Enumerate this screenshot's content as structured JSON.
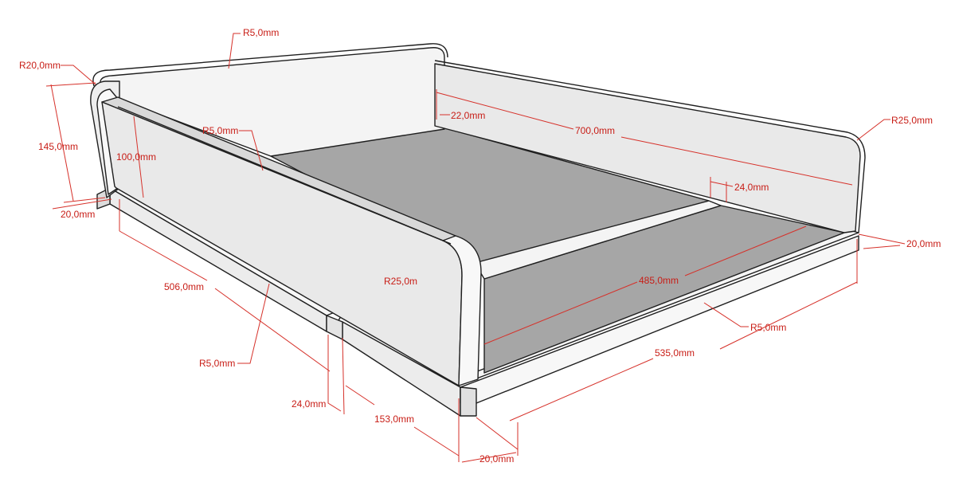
{
  "colors": {
    "outline": "#1f1f1f",
    "panel_light": "#e9e9e9",
    "panel_white": "#f7f7f7",
    "floor": "#a6a6a6",
    "dimension": "#d6312a",
    "dimension_text": "#c81d16"
  },
  "dimensions": {
    "r5_top": "R5,0mm",
    "r20": "R20,0mm",
    "h145": "145,0mm",
    "h100": "100,0mm",
    "t20_left": "20,0mm",
    "r5_inner": "R5,0mm",
    "t22": "22,0mm",
    "l700": "700,0mm",
    "r25_right": "R25,0mm",
    "t24_slat": "24,0mm",
    "t20_right": "20,0mm",
    "w506": "506,0mm",
    "r25_front": "R25,0m",
    "l485": "485,0mm",
    "r5_base_right": "R5,0mm",
    "l535": "535,0mm",
    "r5_base_left": "R5,0mm",
    "t24_step": "24,0mm",
    "l153": "153,0mm",
    "t20_bottom": "20,0mm"
  }
}
